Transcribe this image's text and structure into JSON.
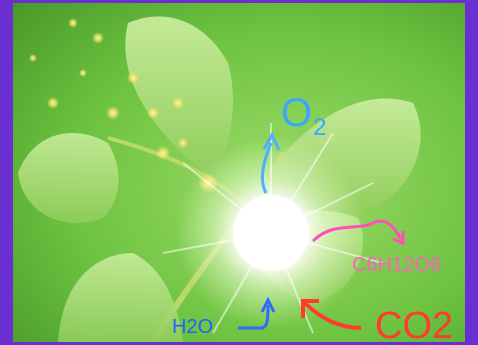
{
  "labels": {
    "oxygen": "O",
    "oxygen_subscript": "2",
    "glucose": "C6H12O6",
    "water": "H2O",
    "carbon_dioxide": "CO2"
  },
  "colors": {
    "frame": "#6a2fd0",
    "background_green": "#6cc23f",
    "leaf_green": "#b7e08a",
    "oxygen_label": "#3aa7ff",
    "glucose_label": "#ff5fc2",
    "water_label": "#1e62ff",
    "carbon_dioxide_label": "#ff3b2d",
    "glow": "#ffffff",
    "bokeh": "#ffe86a"
  }
}
